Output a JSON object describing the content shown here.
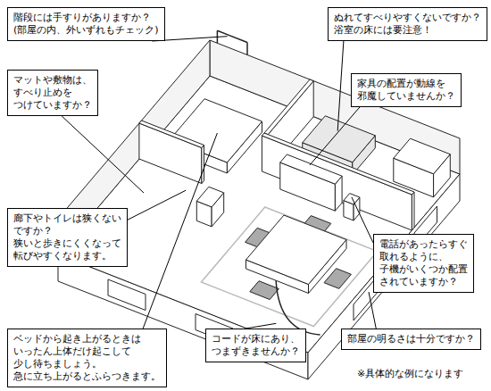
{
  "diagram": {
    "nodes": [
      {
        "text": [
          "階段には手すりがありますか？ (部屋の内、外いずれもチェック)"
        ]
      },
      {
        "text": [
          "ぬれてすべりやすくないですか？ 浴室の床には要注意！"
        ]
      },
      {
        "text": [
          "マットや敷物は、 すべり止めを つけていますか？"
        ]
      },
      {
        "text": [
          "家具の配置が動線を 邪魔していませんか？"
        ]
      },
      {
        "text": [
          "廊下やトイレは狭くない ですか？ 狭いと歩きにくくなって 転びやすくなります。"
        ]
      },
      {
        "text": [
          "電話があったらすぐ 取れるように、 子機がいくつか配置 されていますか？"
        ]
      },
      {
        "text": [
          "ベッドから起き上がるときは いったん上体だけ起こして 少し待ちましょう。 急に立ち上がるとふらつきます。"
        ]
      },
      {
        "text": [
          "コードが床にあり、 つまずきませんか？"
        ]
      },
      {
        "text": [
          "部屋の明るさは十分ですか？"
        ]
      }
    ],
    "labels": [
      "※具体的な例になります"
    ]
  }
}
